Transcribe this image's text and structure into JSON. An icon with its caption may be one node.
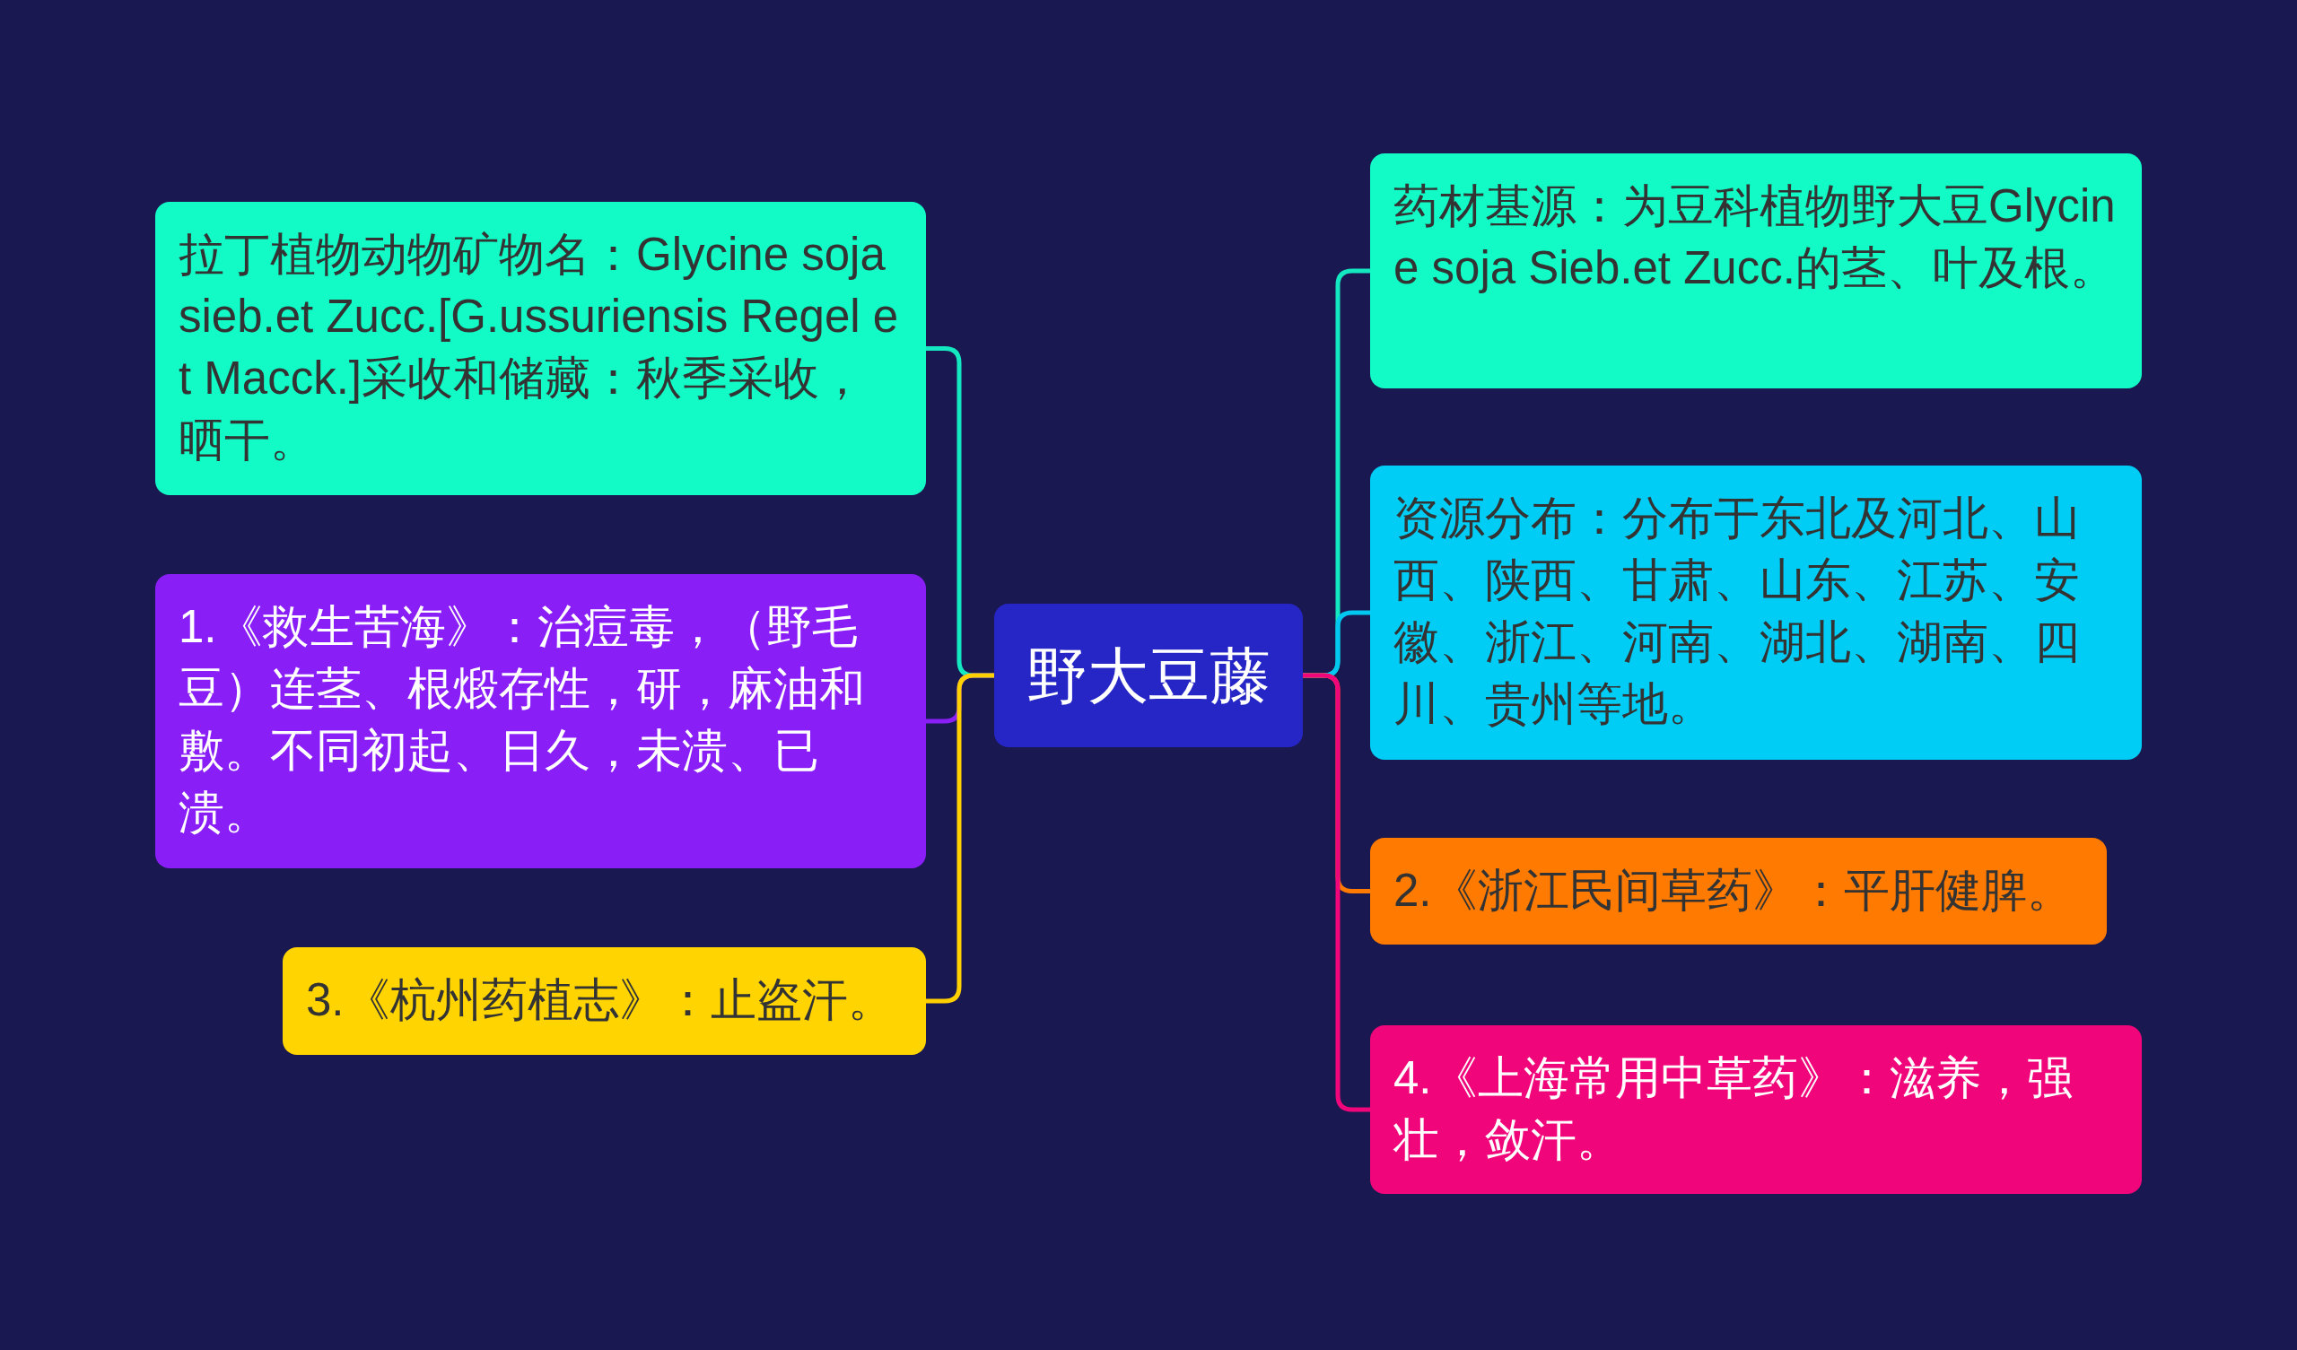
{
  "diagram": {
    "nodes": [
      {
        "text": [
          "野大豆藤"
        ]
      },
      {
        "text": [
          "拉丁植物动物矿物名：Glycine soja sieb.et Zucc.[G.ussuriensis Regel et Macck.]采收和储藏：秋季采收，晒干。"
        ]
      },
      {
        "text": [
          "1.《救生苦海》：治痘毒，（野毛豆）连茎、根煅存性，研，麻油和敷。不同初起、日久，未溃、已溃。"
        ]
      },
      {
        "text": [
          "3.《杭州药植志》：止盗汗。"
        ]
      },
      {
        "text": [
          "药材基源：为豆科植物野大豆Glycine soja Sieb.et Zucc.的茎、叶及根。"
        ]
      },
      {
        "text": [
          "资源分布：分布于东北及河北、山西、陕西、甘肃、山东、江苏、安徽、浙江、河南、湖北、湖南、四川、贵州等地。"
        ]
      },
      {
        "text": [
          "2.《浙江民间草药》：平肝健脾。"
        ]
      },
      {
        "text": [
          "4.《上海常用中草药》：滋养，强壮，敛汗。"
        ]
      }
    ],
    "edges": [
      {
        "from": 0,
        "to": 1,
        "arrow": "none",
        "color": "#14e8c0"
      },
      {
        "from": 0,
        "to": 2,
        "arrow": "none",
        "color": "#8a1ef7"
      },
      {
        "from": 0,
        "to": 3,
        "arrow": "none",
        "color": "#ffd000"
      },
      {
        "from": 0,
        "to": 4,
        "arrow": "none",
        "color": "#14e8c0"
      },
      {
        "from": 0,
        "to": 5,
        "arrow": "none",
        "color": "#00c8f0"
      },
      {
        "from": 0,
        "to": 6,
        "arrow": "none",
        "color": "#ff7a00"
      },
      {
        "from": 0,
        "to": 7,
        "arrow": "none",
        "color": "#f0067a"
      }
    ]
  }
}
